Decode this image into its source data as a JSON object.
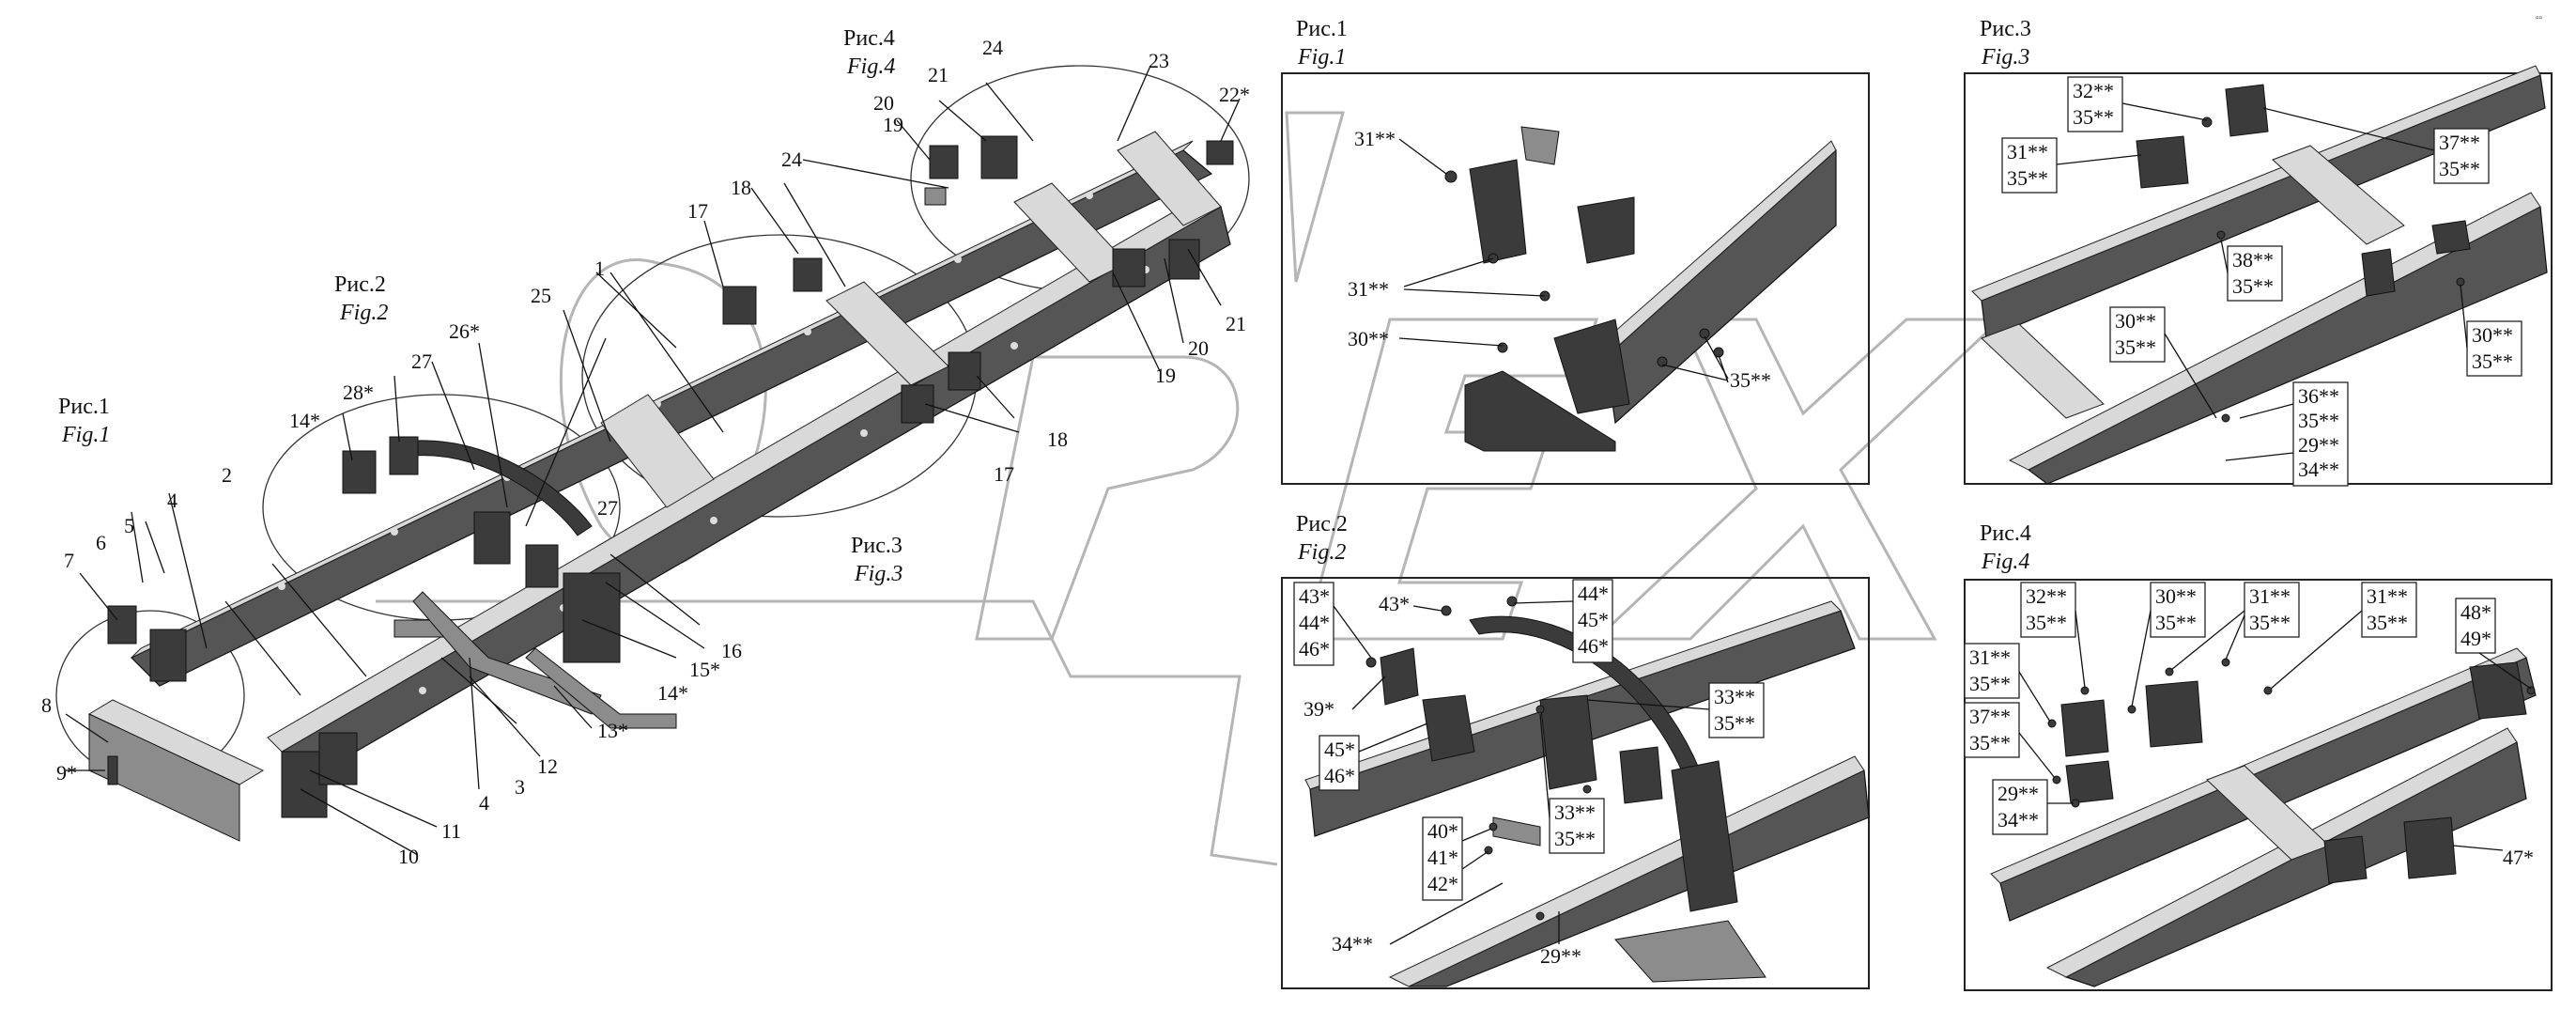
{
  "main_labels": {
    "l1a": "1",
    "l2": "2",
    "l3": "3",
    "l4a": "4",
    "l4b": "4",
    "l5": "5",
    "l6": "6",
    "l7": "7",
    "l8": "8",
    "l9": "9*",
    "l10": "10",
    "l11": "11",
    "l12": "12",
    "l13": "13*",
    "l14a": "14*",
    "l14b": "14*",
    "l15": "15*",
    "l16": "16",
    "l17a": "17",
    "l17b": "17",
    "l18a": "18",
    "l18b": "18",
    "l19a": "19",
    "l19b": "19",
    "l20a": "20",
    "l20b": "20",
    "l21a": "21",
    "l21b": "21",
    "l22": "22*",
    "l23": "23",
    "l24a": "24",
    "l24b": "24",
    "l25": "25",
    "l26": "26*",
    "l27a": "27",
    "l27b": "27",
    "l28": "28*"
  },
  "zone_captions": {
    "fig1_ru": "Рис.1",
    "fig1_en": "Fig.1",
    "fig2_ru": "Рис.2",
    "fig2_en": "Fig.2",
    "fig3_ru": "Рис.3",
    "fig3_en": "Fig.3",
    "fig4_ru": "Рис.4",
    "fig4_en": "Fig.4"
  },
  "detail_fig1": {
    "title_ru": "Рис.1",
    "title_en": "Fig.1",
    "labels": [
      "31**",
      "31**",
      "30**",
      "35**"
    ]
  },
  "detail_fig2": {
    "title_ru": "Рис.2",
    "title_en": "Fig.2",
    "box_a": [
      "43*",
      "44*",
      "46*"
    ],
    "l43": "43*",
    "box_b": [
      "44*",
      "45*",
      "46*"
    ],
    "l39": "39*",
    "box_c": [
      "45*",
      "46*"
    ],
    "box_d": [
      "33**",
      "35**"
    ],
    "box_e": [
      "33**",
      "35**"
    ],
    "box_f": [
      "40*",
      "41*",
      "42*"
    ],
    "l34": "34**",
    "l29": "29**"
  },
  "detail_fig3": {
    "title_ru": "Рис.3",
    "title_en": "Fig.3",
    "box_a": [
      "32**",
      "35**"
    ],
    "box_b": [
      "31**",
      "35**"
    ],
    "box_c": [
      "37**",
      "35**"
    ],
    "box_d": [
      "38**",
      "35**"
    ],
    "box_e": [
      "30**",
      "35**"
    ],
    "box_f": [
      "30**",
      "35**"
    ],
    "box_g": [
      "36**",
      "35**",
      "29**",
      "34**"
    ]
  },
  "detail_fig4": {
    "title_ru": "Рис.4",
    "title_en": "Fig.4",
    "box_a": [
      "32**",
      "35**"
    ],
    "box_b": [
      "30**",
      "35**"
    ],
    "box_c": [
      "31**",
      "35**"
    ],
    "box_d": [
      "31**",
      "35**"
    ],
    "box_e": [
      "48*",
      "49*"
    ],
    "box_f": [
      "31**",
      "35**"
    ],
    "box_g": [
      "37**",
      "35**"
    ],
    "box_h": [
      "29**",
      "34**"
    ],
    "l47": "47*"
  },
  "colors": {
    "metal_dark": "#3b3b3b",
    "metal_light": "#d9d9d9",
    "watermark": "#b5b5b5"
  }
}
